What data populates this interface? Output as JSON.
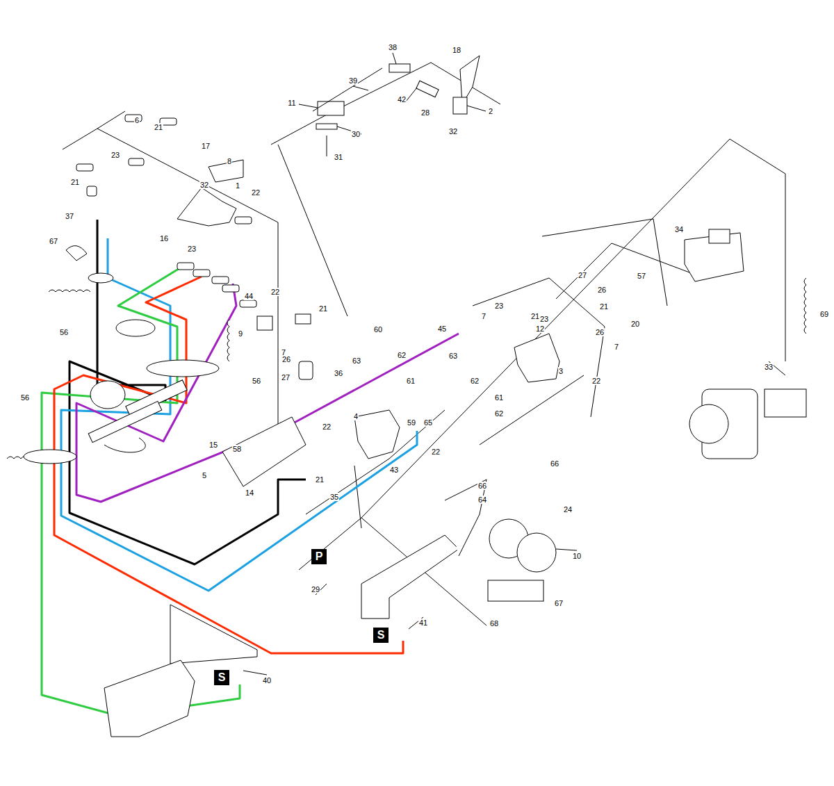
{
  "diagram": {
    "nodes": [
      {
        "text": [
          "P"
        ]
      },
      {
        "text": [
          "S"
        ]
      },
      {
        "text": [
          "S"
        ]
      }
    ],
    "labels": [
      "38",
      "18",
      "39",
      "11",
      "42",
      "28",
      "2",
      "6",
      "21",
      "32",
      "30",
      "17",
      "23",
      "31",
      "8",
      "21",
      "32",
      "1",
      "22",
      "37",
      "34",
      "16",
      "67",
      "23",
      "27",
      "57",
      "26",
      "22",
      "44",
      "23",
      "21",
      "21",
      "7",
      "21",
      "23",
      "69",
      "20",
      "12",
      "60",
      "45",
      "56",
      "26",
      "9",
      "7",
      "7",
      "63",
      "62",
      "63",
      "26",
      "33",
      "3",
      "36",
      "27",
      "56",
      "61",
      "62",
      "22",
      "56",
      "61",
      "62",
      "4",
      "59",
      "65",
      "22",
      "15",
      "58",
      "22",
      "66",
      "43",
      "5",
      "21",
      "66",
      "14",
      "35",
      "64",
      "24",
      "10",
      "29",
      "67",
      "41",
      "68",
      "40"
    ]
  }
}
